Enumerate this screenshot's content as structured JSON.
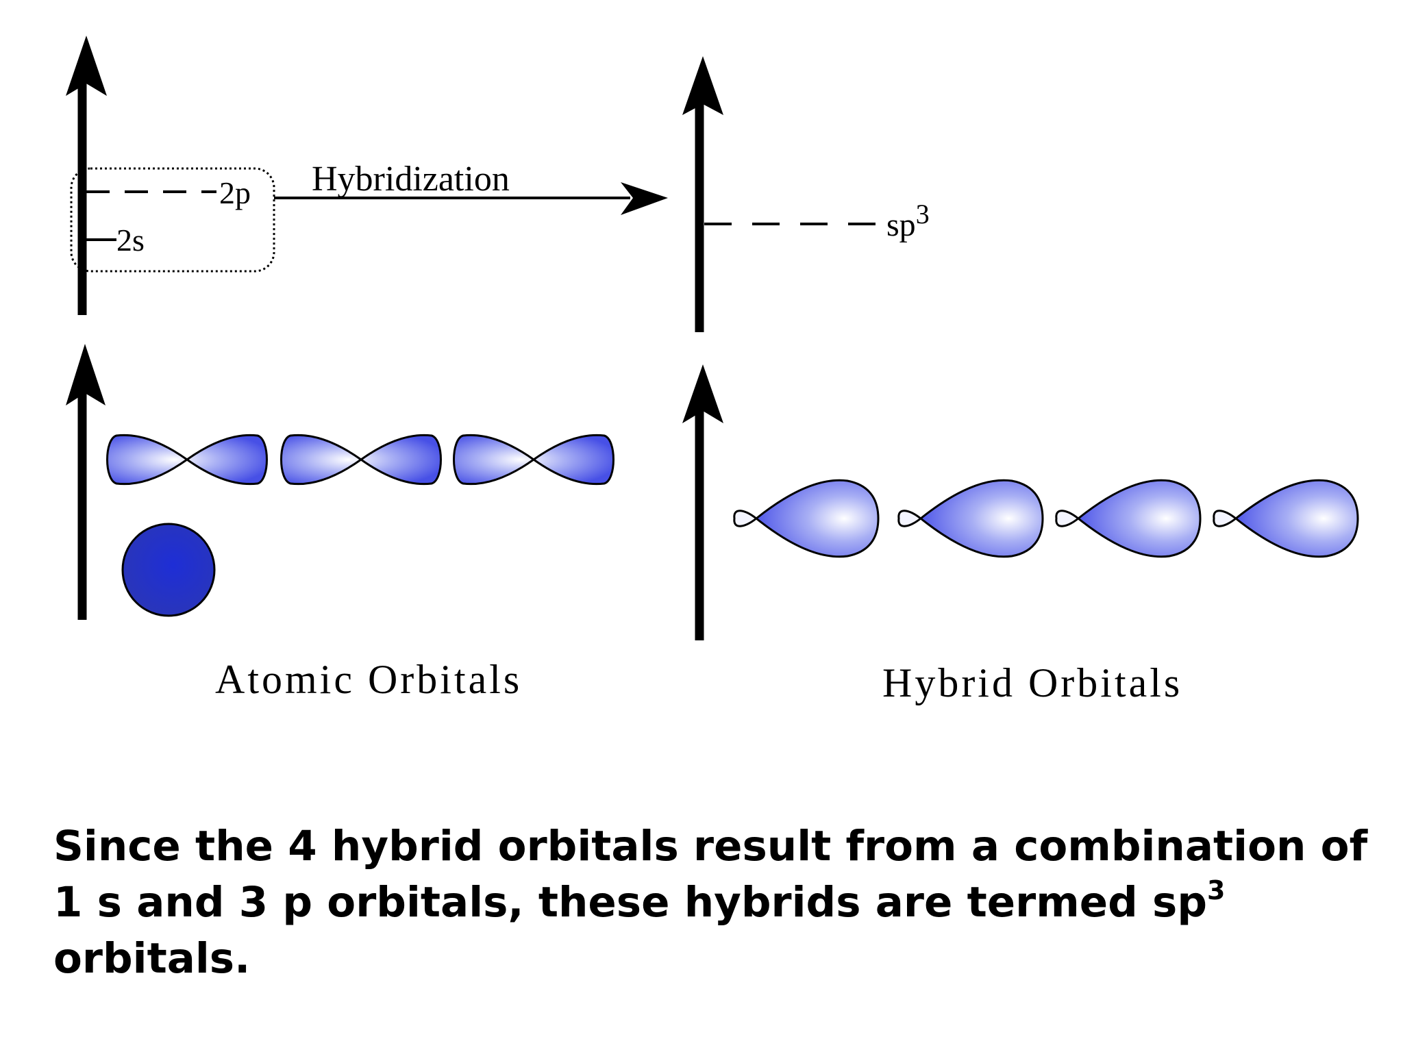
{
  "diagram": {
    "atomic_levels": {
      "p_label": "2p",
      "s_label": "2s"
    },
    "process_label": "Hybridization",
    "hybrid_level": {
      "label_base": "sp",
      "label_sup": "3"
    },
    "atomic_orbitals_title": "Atomic Orbitals",
    "hybrid_orbitals_title": "Hybrid Orbitals",
    "icons": {
      "energy_axis": "upward-arrow",
      "p_orbital": "dumbbell-lobes",
      "s_orbital": "sphere",
      "hybrid_orbital": "asymmetric-lobe"
    },
    "colors": {
      "lobe_light": "#ffffff",
      "lobe_mid": "#a7aef4",
      "lobe_dark": "#4750e6",
      "s_orbital": "#1e2ed6",
      "title_highlight": "#fff3a8"
    }
  },
  "caption": {
    "text_before": "Since the 4 hybrid orbitals result from a combination of 1 s and 3 p orbitals, these hybrids are termed sp",
    "superscript": "3",
    "text_after": " orbitals."
  }
}
